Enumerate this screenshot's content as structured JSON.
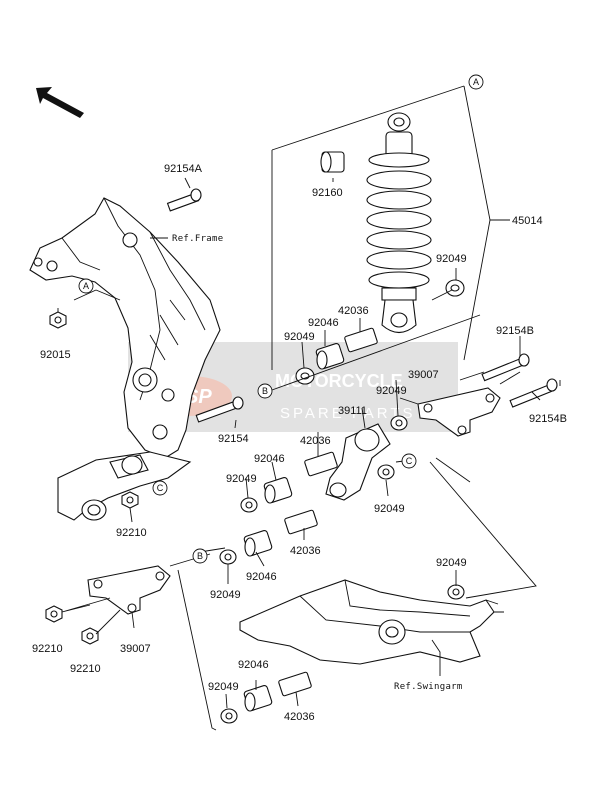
{
  "watermark": {
    "brand": "MOTORCYCLE",
    "sub": "SPARE PARTS",
    "logo": "MSP"
  },
  "refs": {
    "frame": "Ref.Frame",
    "swingarm": "Ref.Swingarm"
  },
  "markers": {
    "a_top": "A",
    "a_left": "A",
    "b_upper": "B",
    "b_lower": "B",
    "c_right": "C",
    "c_left": "C"
  },
  "labels": {
    "p92154A": "92154A",
    "p92015": "92015",
    "p92160": "92160",
    "p45014": "45014",
    "p92049_a": "92049",
    "p42036_a": "42036",
    "p92046_a": "92046",
    "p92049_b": "92049",
    "p92154B_a": "92154B",
    "p39007_a": "39007",
    "p92049_c": "92049",
    "p92154B_b": "92154B",
    "p39111": "39111",
    "p42036_b": "42036",
    "p92154": "92154",
    "p92046_b": "92046",
    "p92049_d": "92049",
    "p92049_e": "92049",
    "p92210_a": "92210",
    "p42036_c": "42036",
    "p92046_c": "92046",
    "p92049_f": "92049",
    "p92049_g": "92049",
    "p92210_b": "92210",
    "p92210_c": "92210",
    "p39007_b": "39007",
    "p92046_d": "92046",
    "p92049_h": "92049",
    "p42036_d": "42036"
  }
}
